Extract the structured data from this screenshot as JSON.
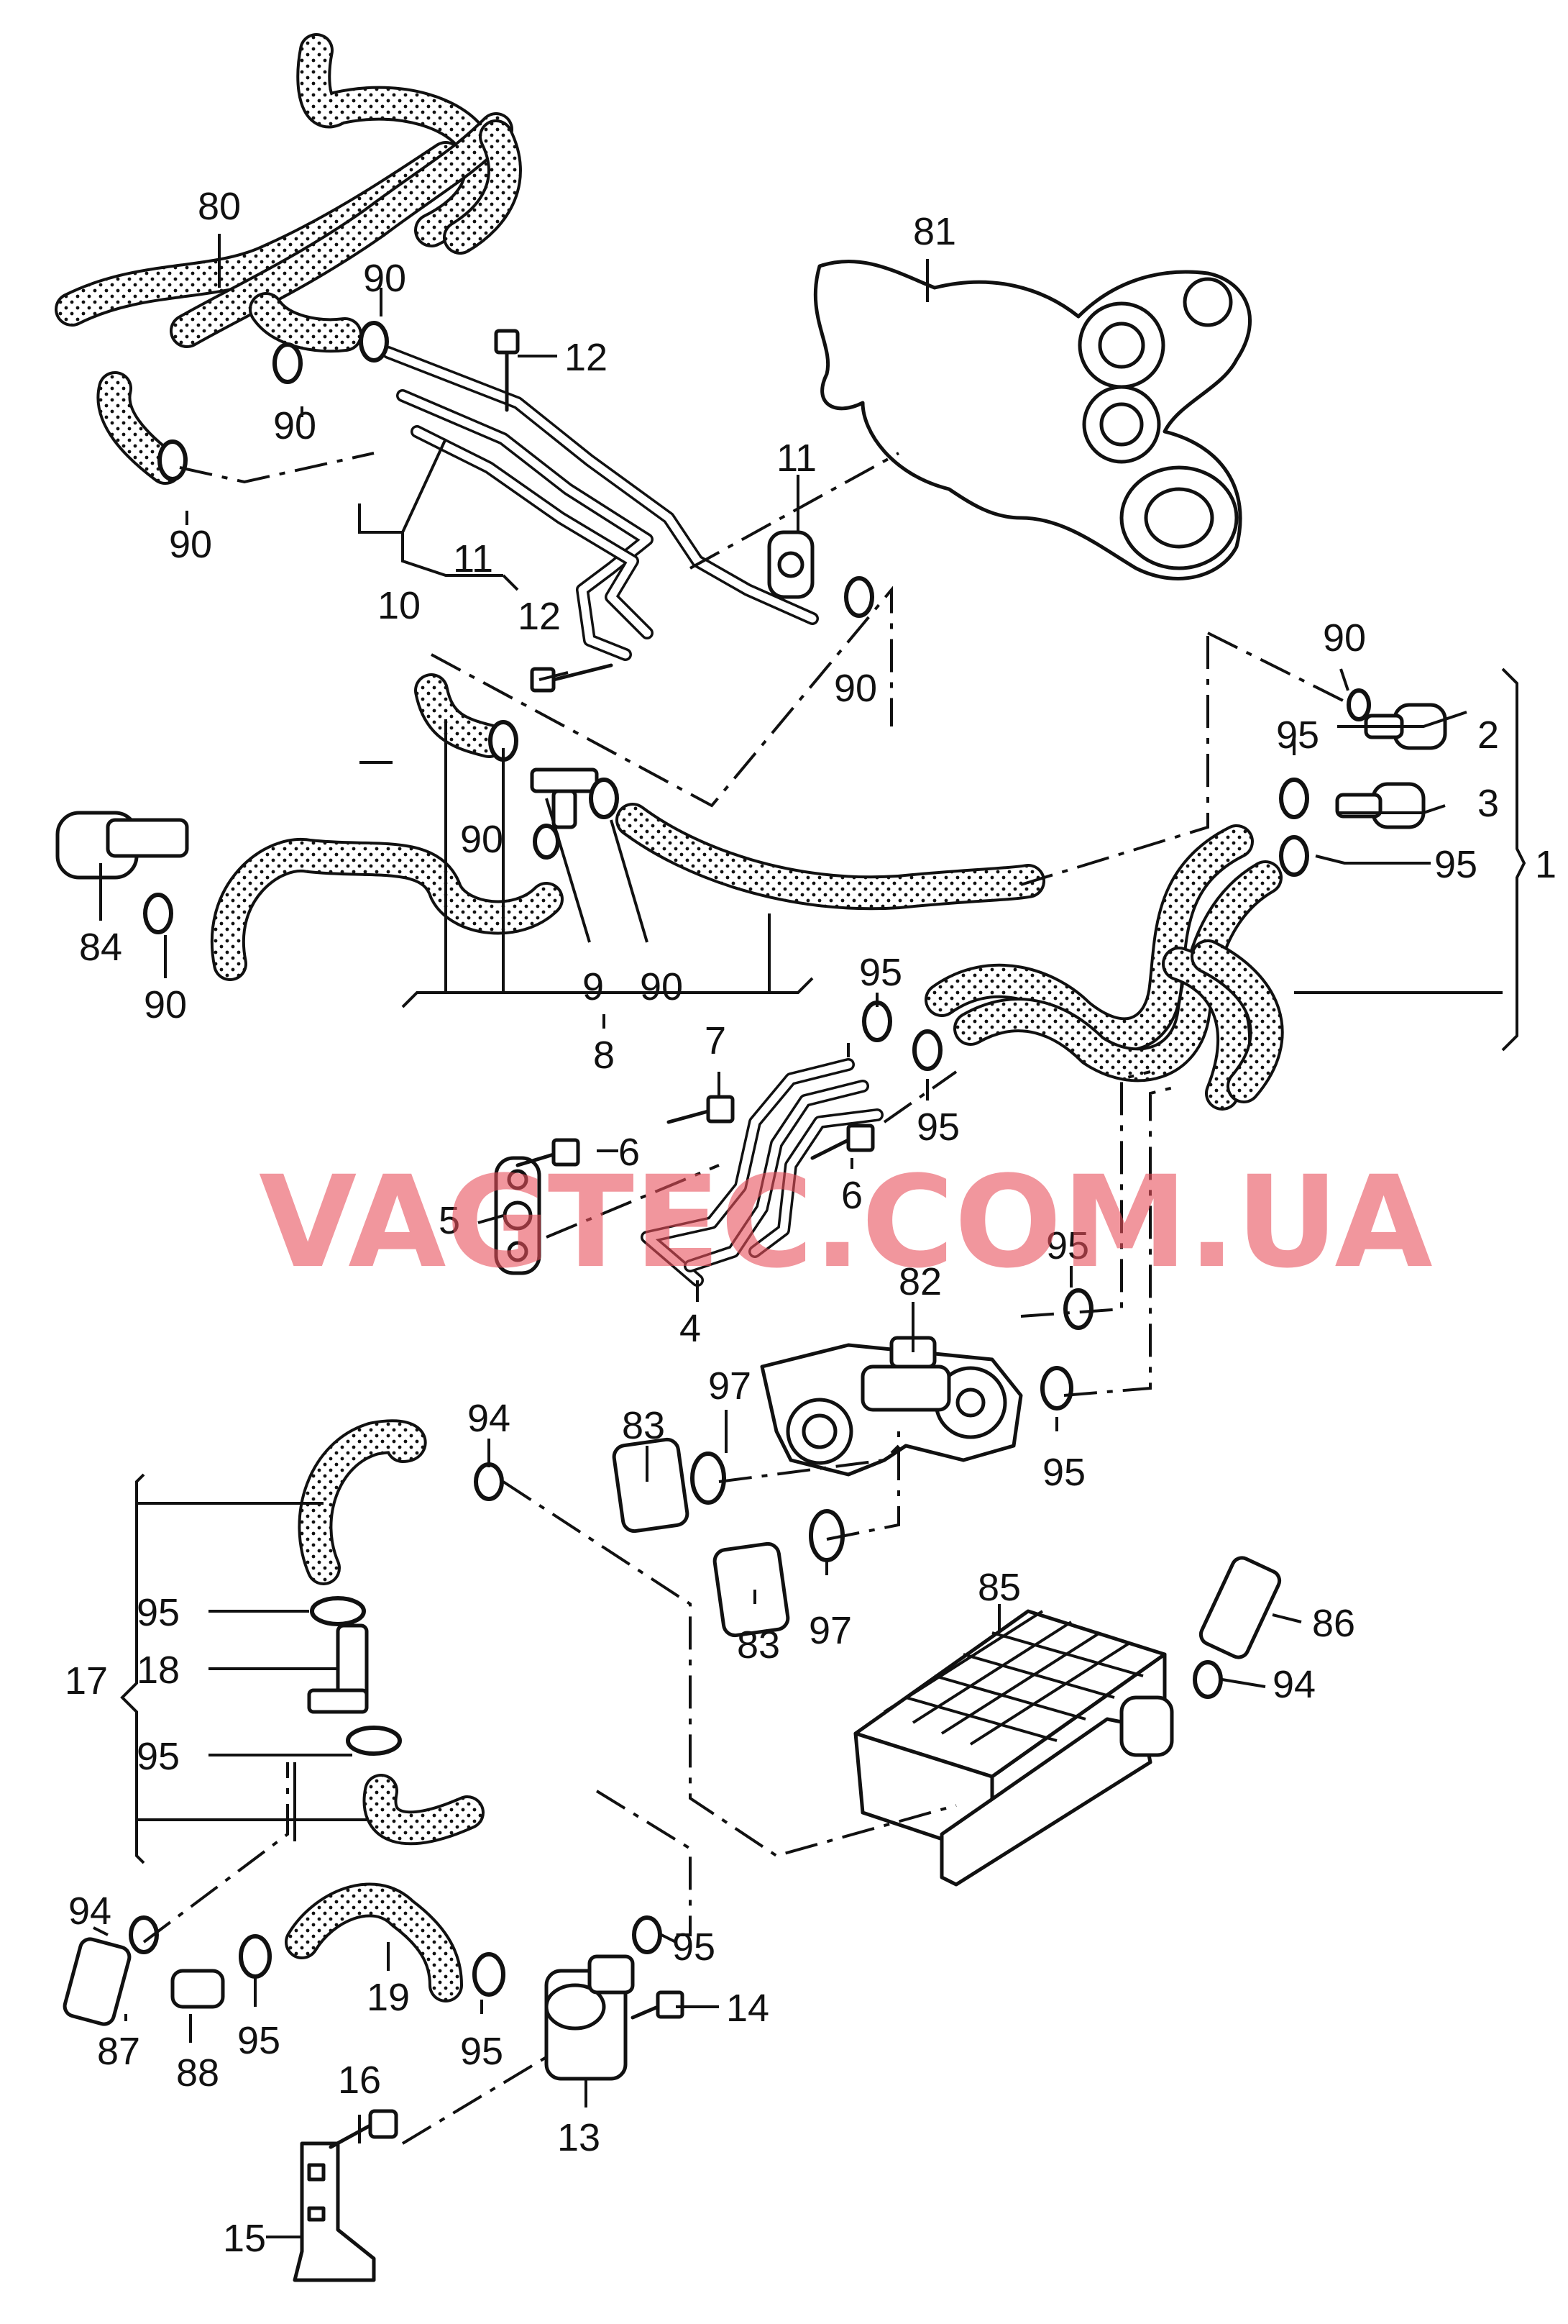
{
  "watermark": "VAGTEC.COM.UA",
  "callouts": {
    "c1": "1",
    "c2": "2",
    "c3": "3",
    "c4": "4",
    "c5": "5",
    "c6a": "6",
    "c6b": "6",
    "c7": "7",
    "c8": "8",
    "c9": "9",
    "c10": "10",
    "c11a": "11",
    "c11b": "11",
    "c12a": "12",
    "c12b": "12",
    "c13": "13",
    "c14": "14",
    "c15": "15",
    "c16": "16",
    "c17": "17",
    "c18": "18",
    "c19": "19",
    "c80": "80",
    "c81": "81",
    "c82": "82",
    "c83a": "83",
    "c83b": "83",
    "c84": "84",
    "c85": "85",
    "c86": "86",
    "c87": "87",
    "c88": "88",
    "c90a": "90",
    "c90b": "90",
    "c90c": "90",
    "c90d": "90",
    "c90e": "90",
    "c90f": "90",
    "c90g": "90",
    "c90h": "90",
    "c94a": "94",
    "c94b": "94",
    "c94c": "94",
    "c95a": "95",
    "c95b": "95",
    "c95c": "95",
    "c95d": "95",
    "c95e": "95",
    "c95f": "95",
    "c95g": "95",
    "c95h": "95",
    "c95i": "95",
    "c95j": "95",
    "c95k": "95",
    "c97a": "97",
    "c97b": "97"
  },
  "colors": {
    "line": "#111111",
    "watermark": "#e8505b",
    "background": "#ffffff"
  }
}
